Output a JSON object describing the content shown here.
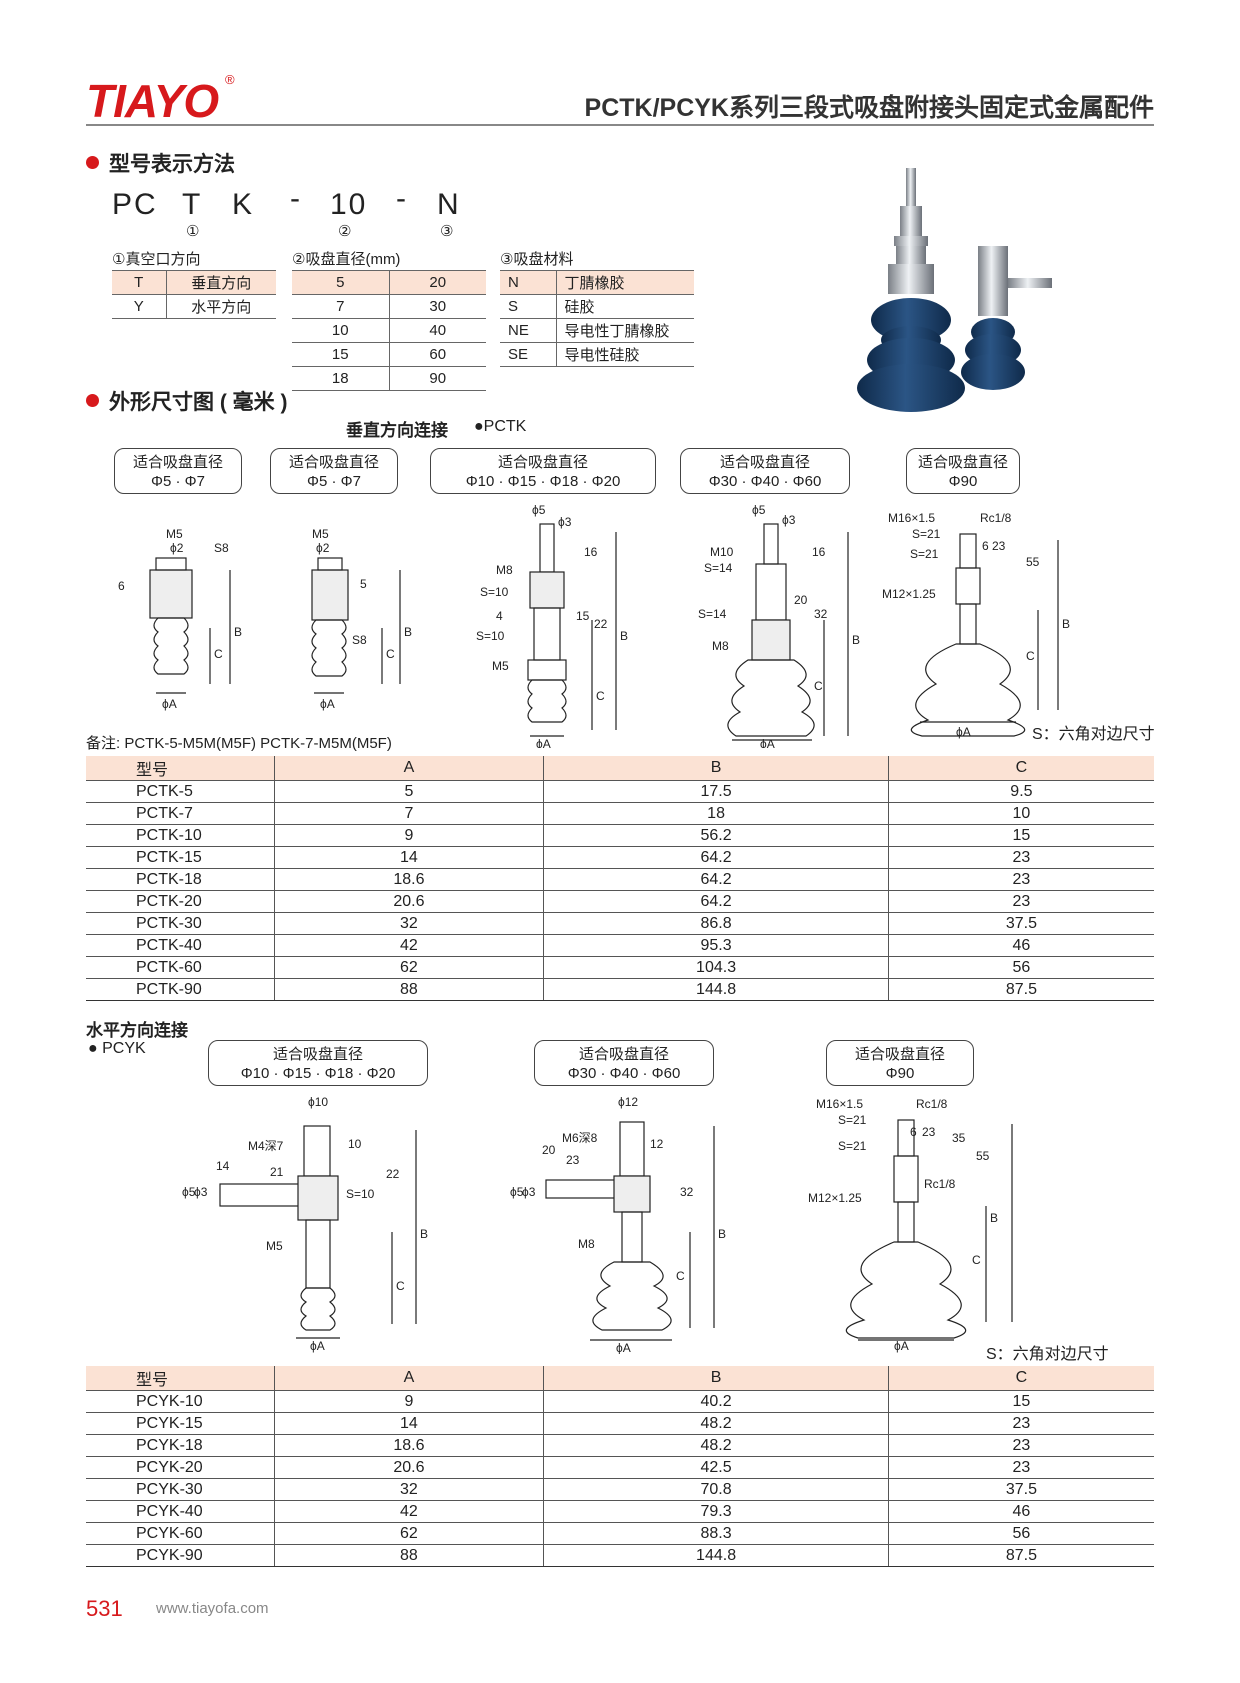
{
  "header": {
    "logo": "TIAYO",
    "logo_reg": "®",
    "title": "PCTK/PCYK系列三段式吸盘附接头固定式金属配件"
  },
  "model_section": {
    "heading": "型号表示方法",
    "code_parts": [
      "PC",
      "T",
      "K",
      "-",
      "10",
      "-",
      "N"
    ],
    "code_markers": [
      "①",
      "②",
      "③"
    ],
    "direction": {
      "caption": "①真空口方向",
      "rows": [
        [
          "T",
          "垂直方向"
        ],
        [
          "Y",
          "水平方向"
        ]
      ]
    },
    "diameter": {
      "caption": "②吸盘直径(mm)",
      "rows": [
        [
          "5",
          "20"
        ],
        [
          "7",
          "30"
        ],
        [
          "10",
          "40"
        ],
        [
          "15",
          "60"
        ],
        [
          "18",
          "90"
        ]
      ]
    },
    "material": {
      "caption": "③吸盘材料",
      "rows": [
        [
          "N",
          "丁腈橡胶"
        ],
        [
          "S",
          "硅胶"
        ],
        [
          "NE",
          "导电性丁腈橡胶"
        ],
        [
          "SE",
          "导电性硅胶"
        ]
      ]
    }
  },
  "dimension_section": {
    "heading": "外形尺寸图 ( 毫米 )",
    "vertical_label": "垂直方向连接",
    "vertical_series": "●PCTK",
    "suitable_label": "适合吸盘直径",
    "vertical_boxes": [
      "Φ5 · Φ7",
      "Φ5 · Φ7",
      "Φ10 · Φ15 · Φ18 · Φ20",
      "Φ30 · Φ40 · Φ60",
      "Φ90"
    ],
    "note": "备注: PCTK-5-M5M(M5F)  PCTK-7-M5M(M5F)",
    "hex_note": "S：六角对边尺寸",
    "drawing_labels": {
      "m5": "M5",
      "phi2": "ϕ2",
      "s8": "S8",
      "six": "6",
      "five": "5",
      "b": "B",
      "c": "C",
      "phia": "ϕA",
      "phi5": "ϕ5",
      "phi3": "ϕ3",
      "m8": "M8",
      "s10": "S=10",
      "sixteen": "16",
      "fifteen": "15",
      "twentytwo": "22",
      "four": "4",
      "m10": "M10",
      "s14": "S=14",
      "twenty": "20",
      "thirtytwo": "32",
      "m16": "M16×1.5",
      "rc18": "Rc1/8",
      "s21": "S=21",
      "m12": "M12×1.25",
      "fiftyfive": "55",
      "twentythree": "23",
      "six2": "6"
    }
  },
  "table_vertical": {
    "headers": [
      "型号",
      "A",
      "B",
      "C"
    ],
    "rows": [
      [
        "PCTK-5",
        "5",
        "17.5",
        "9.5"
      ],
      [
        "PCTK-7",
        "7",
        "18",
        "10"
      ],
      [
        "PCTK-10",
        "9",
        "56.2",
        "15"
      ],
      [
        "PCTK-15",
        "14",
        "64.2",
        "23"
      ],
      [
        "PCTK-18",
        "18.6",
        "64.2",
        "23"
      ],
      [
        "PCTK-20",
        "20.6",
        "64.2",
        "23"
      ],
      [
        "PCTK-30",
        "32",
        "86.8",
        "37.5"
      ],
      [
        "PCTK-40",
        "42",
        "95.3",
        "46"
      ],
      [
        "PCTK-60",
        "62",
        "104.3",
        "56"
      ],
      [
        "PCTK-90",
        "88",
        "144.8",
        "87.5"
      ]
    ]
  },
  "horizontal_section": {
    "heading": "水平方向连接",
    "series": "● PCYK",
    "boxes": [
      "Φ10 · Φ15 · Φ18 · Φ20",
      "Φ30 · Φ40 · Φ60",
      "Φ90"
    ],
    "hex_note": "S：六角对边尺寸",
    "drawing_labels": {
      "phi10": "ϕ10",
      "m4": "M4深7",
      "fourteen": "14",
      "twentyone": "21",
      "ten": "10",
      "twentytwo": "22",
      "s10": "S=10",
      "phi5": "ϕ5",
      "phi3": "ϕ3",
      "m5": "M5",
      "b": "B",
      "c": "C",
      "phia": "ϕA",
      "phi12": "ϕ12",
      "m6": "M6深8",
      "twenty": "20",
      "twentythree": "23",
      "twelve": "12",
      "thirtytwo": "32",
      "m8": "M8",
      "m16": "M16×1.5",
      "rc18": "Rc1/8",
      "s21": "S=21",
      "thirtyfive": "35",
      "fiftyfive": "55",
      "six": "6",
      "m12": "M12×1.25"
    }
  },
  "table_horizontal": {
    "headers": [
      "型号",
      "A",
      "B",
      "C"
    ],
    "rows": [
      [
        "PCYK-10",
        "9",
        "40.2",
        "15"
      ],
      [
        "PCYK-15",
        "14",
        "48.2",
        "23"
      ],
      [
        "PCYK-18",
        "18.6",
        "48.2",
        "23"
      ],
      [
        "PCYK-20",
        "20.6",
        "42.5",
        "23"
      ],
      [
        "PCYK-30",
        "32",
        "70.8",
        "37.5"
      ],
      [
        "PCYK-40",
        "42",
        "79.3",
        "46"
      ],
      [
        "PCYK-60",
        "62",
        "88.3",
        "56"
      ],
      [
        "PCYK-90",
        "88",
        "144.8",
        "87.5"
      ]
    ]
  },
  "footer": {
    "page": "531",
    "url": "www.tiayofa.com"
  },
  "colors": {
    "accent": "#d7191c",
    "table_header": "#fbe2d4",
    "cup_blue": "#1c3f66"
  }
}
